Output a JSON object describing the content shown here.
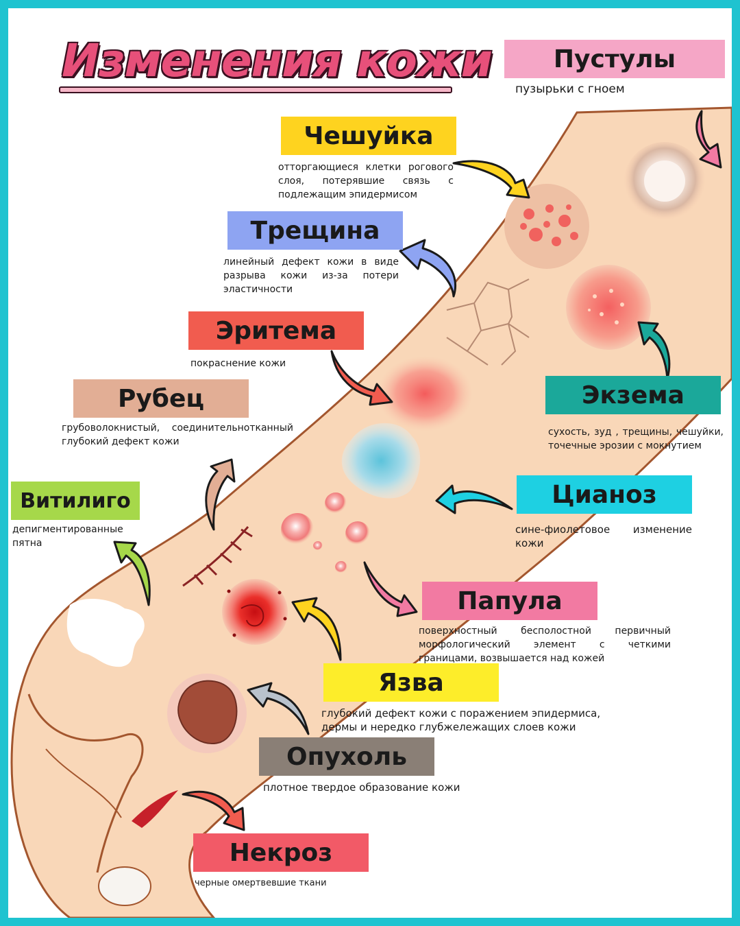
{
  "title": "Изменения кожи",
  "colors": {
    "frame": "#1fc3d0",
    "skin": "#f9d7b8",
    "outline": "#a3562e",
    "title_pink": "#e7507a"
  },
  "items": [
    {
      "key": "pustules",
      "label": "Пустулы",
      "desc": "пузырьки с гноем",
      "color": "#f5a6c6"
    },
    {
      "key": "scale",
      "label": "Чешуйка",
      "desc": "отторгающиеся клетки рогового слоя, потерявшие связь с подлежащим эпидермисом",
      "color": "#fed31f"
    },
    {
      "key": "fissure",
      "label": "Трещина",
      "desc": "линейный дефект кожи в виде разрыва кожи из-за потери эластичности",
      "color": "#8ea4f2"
    },
    {
      "key": "erythema",
      "label": "Эритема",
      "desc": "покраснение кожи",
      "color": "#f15c4f"
    },
    {
      "key": "scar",
      "label": "Рубец",
      "desc": "грубоволокнистый, соединительнотканный глубокий дефект кожи",
      "color": "#e2ae95"
    },
    {
      "key": "vitiligo",
      "label": "Витилиго",
      "desc": "депигментированные пятна",
      "color": "#a6d84a"
    },
    {
      "key": "eczema",
      "label": "Экзема",
      "desc": "сухость, зуд , трещины, чешуйки, точечные эрозии с мокнутием",
      "color": "#1ba89a"
    },
    {
      "key": "cyanosis",
      "label": "Цианоз",
      "desc": "сине-фиолетовое изменение кожи",
      "color": "#1ed0e2"
    },
    {
      "key": "papule",
      "label": "Папула",
      "desc": "поверхностный бесполостной первичный морфологический элемент с четкими границами, возвышается над кожей",
      "color": "#f27aa2"
    },
    {
      "key": "ulcer",
      "label": "Язва",
      "desc": "глубокий дефект кожи с поражением эпидермиса, дермы и нередко глубжележащих слоев кожи",
      "color": "#fded2a"
    },
    {
      "key": "tumor",
      "label": "Опухоль",
      "desc": "плотное твердое образование кожи",
      "color": "#8a7f76"
    },
    {
      "key": "necrosis",
      "label": "Некроз",
      "desc": "черные омертвевшие ткани",
      "color": "#f25a67"
    }
  ]
}
